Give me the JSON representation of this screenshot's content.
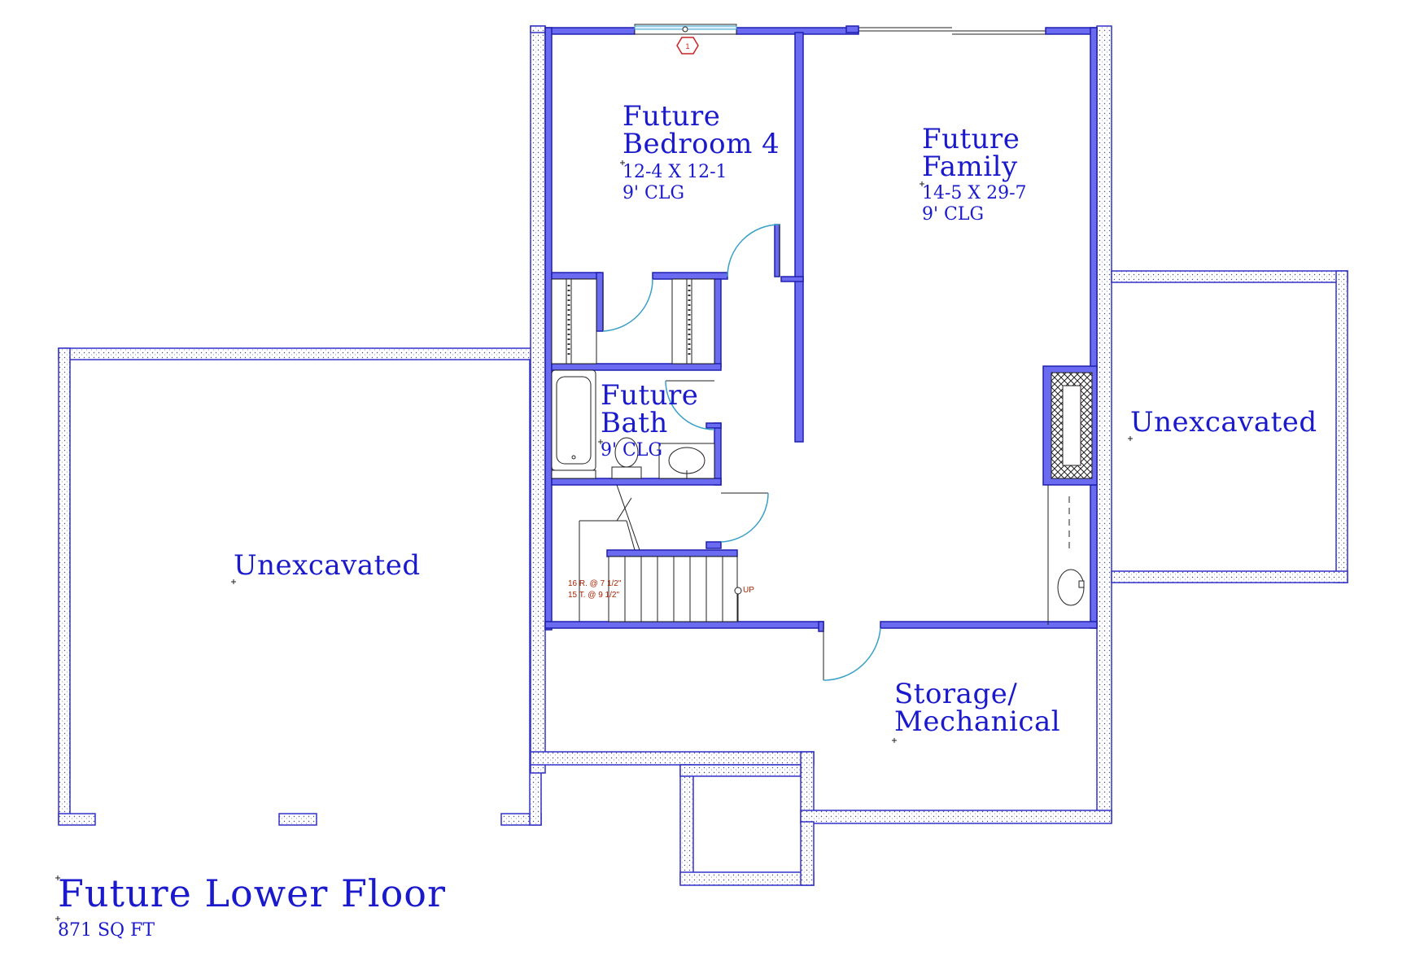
{
  "plan": {
    "title": "Future Lower Floor",
    "area": "871 SQ FT"
  },
  "rooms": {
    "bedroom": {
      "name_line1": "Future",
      "name_line2": "Bedroom 4",
      "size": "12-4 X 12-1",
      "ceiling": "9' CLG"
    },
    "family": {
      "name_line1": "Future",
      "name_line2": "Family",
      "size": "14-5 X 29-7",
      "ceiling": "9' CLG"
    },
    "bath": {
      "name_line1": "Future",
      "name_line2": "Bath",
      "ceiling": "9' CLG"
    },
    "storage": {
      "name_line1": "Storage/",
      "name_line2": "Mechanical"
    },
    "unexcavated_left": {
      "name": "Unexcavated"
    },
    "unexcavated_right": {
      "name": "Unexcavated"
    }
  },
  "stairs": {
    "risers": "16 R. @ 7 1/2\"",
    "treads": "15 T. @ 9 1/2\"",
    "direction": "UP"
  },
  "window_tag": "1",
  "colors": {
    "wall_fill": "#6b6bf2",
    "text": "#1a1acc",
    "door_swing": "#3aa0c8"
  }
}
